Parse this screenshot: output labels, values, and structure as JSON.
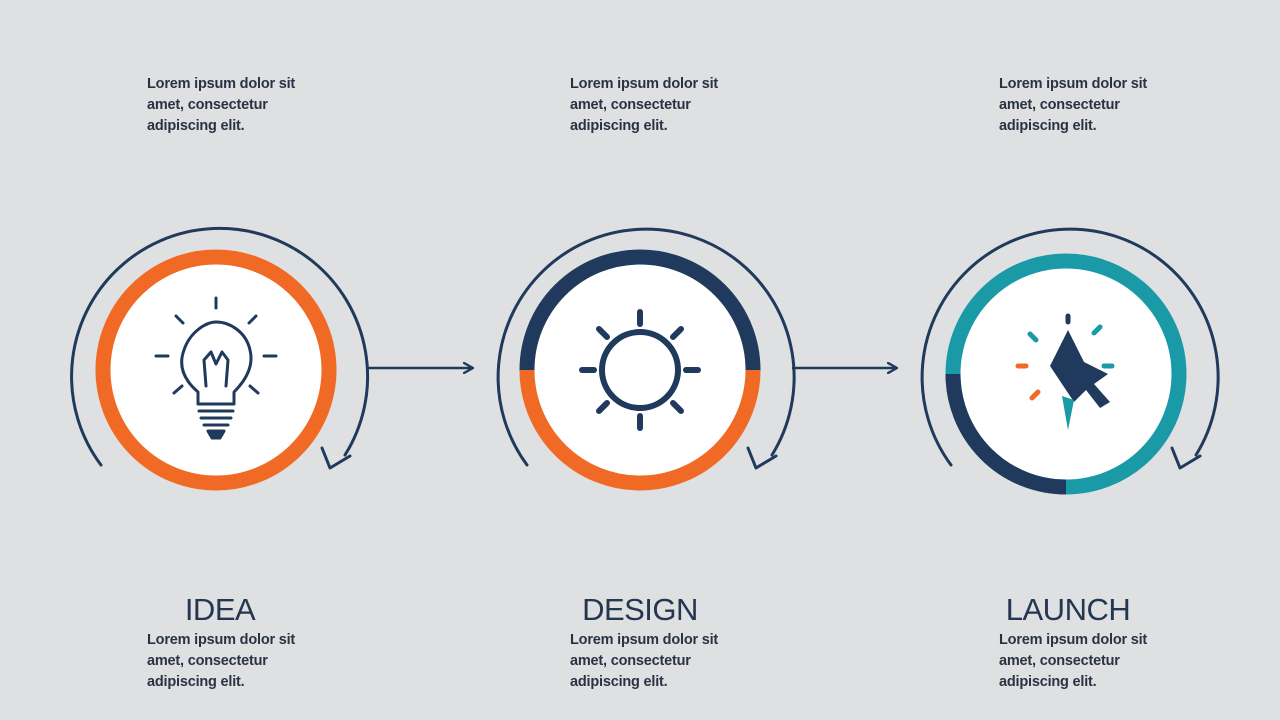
{
  "colors": {
    "background": "#dfe0e1",
    "navy": "#1f3a5c",
    "orange": "#f06a26",
    "teal": "#1a9aa6",
    "text": "#2a3343"
  },
  "steps": [
    {
      "title": "IDEA",
      "icon": "lightbulb-icon",
      "top_text": [
        "Lorem ipsum dolor sit",
        "amet, consectetur",
        "adipiscing elit."
      ],
      "bottom_text": [
        "Lorem ipsum dolor sit",
        "amet, consectetur",
        "adipiscing elit."
      ]
    },
    {
      "title": "DESIGN",
      "icon": "gear-icon",
      "top_text": [
        "Lorem ipsum dolor sit",
        "amet, consectetur",
        "adipiscing elit."
      ],
      "bottom_text": [
        "Lorem ipsum dolor sit",
        "amet, consectetur",
        "adipiscing elit."
      ]
    },
    {
      "title": "LAUNCH",
      "icon": "cursor-click-icon",
      "top_text": [
        "Lorem ipsum dolor sit",
        "amet, consectetur",
        "adipiscing elit."
      ],
      "bottom_text": [
        "Lorem ipsum dolor sit",
        "amet, consectetur",
        "adipiscing elit."
      ]
    }
  ]
}
